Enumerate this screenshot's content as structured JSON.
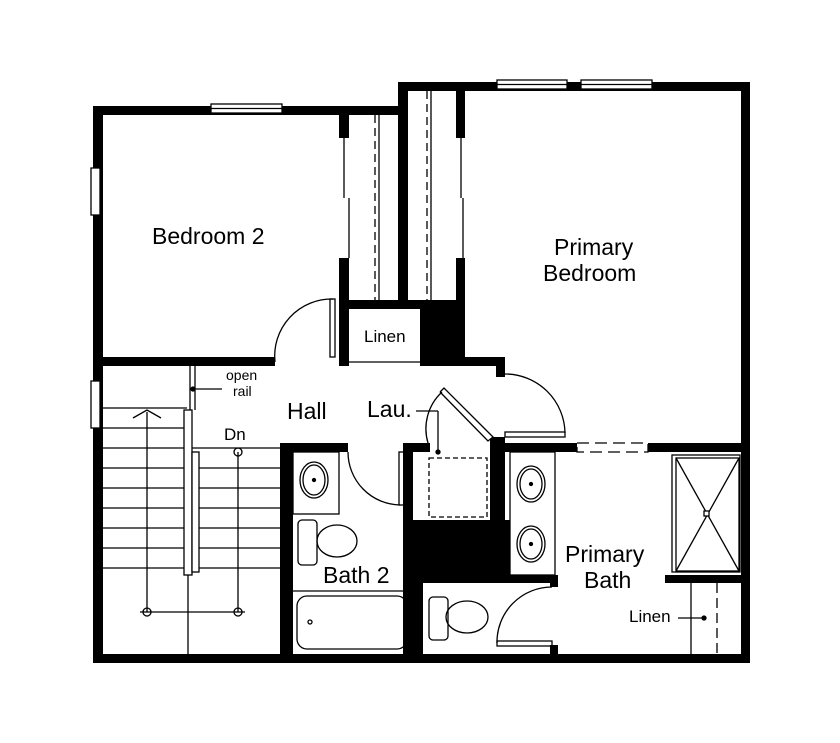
{
  "plan": {
    "rooms": {
      "bedroom2": "Bedroom 2",
      "primary_bedroom_line1": "Primary",
      "primary_bedroom_line2": "Bedroom",
      "hall": "Hall",
      "laundry": "Lau.",
      "bath2": "Bath 2",
      "primary_bath_line1": "Primary",
      "primary_bath_line2": "Bath",
      "linen_hall": "Linen",
      "linen_bath": "Linen"
    },
    "annotations": {
      "open_rail_line1": "open",
      "open_rail_line2": "rail",
      "stairs_down": "Dn"
    },
    "colors": {
      "wall": "#000000",
      "background": "#ffffff"
    }
  }
}
